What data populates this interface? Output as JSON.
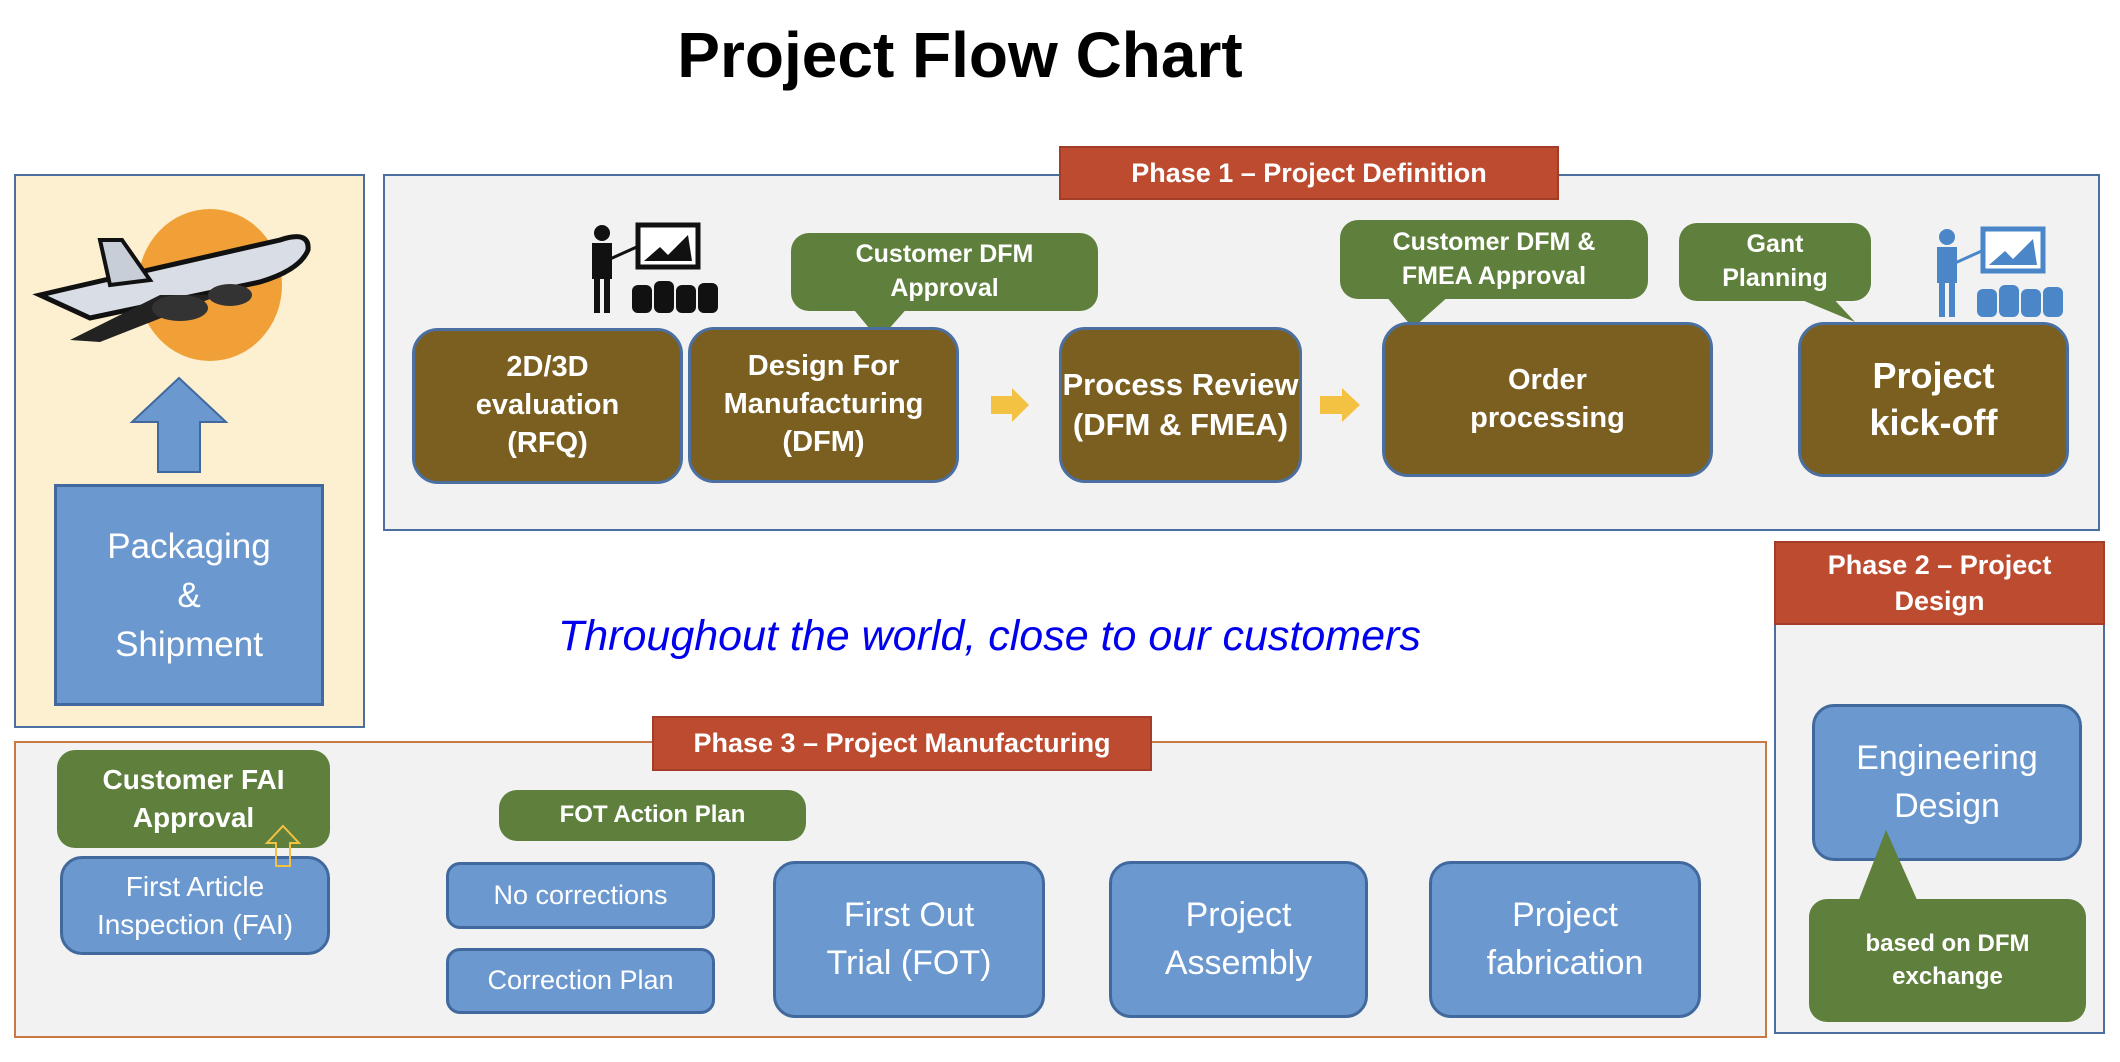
{
  "title": "Project Flow Chart",
  "tagline": "Throughout the world, close to our customers",
  "colors": {
    "phase_label": "#bc4b30",
    "process_box_phase1": "#7a5f20",
    "process_box": "#6a98cf",
    "callout": "#5f7f3c",
    "arrow": "#f4c242",
    "tagline": "#0000ee"
  },
  "shipping": {
    "label_line1": "Packaging",
    "label_line2": "&",
    "label_line3": "Shipment",
    "icon": "airplane-icon"
  },
  "phase1": {
    "label": "Phase 1 – Project Definition",
    "steps": [
      {
        "lines": [
          "2D/3D",
          "evaluation",
          "(RFQ)"
        ]
      },
      {
        "lines": [
          "Design For",
          "Manufacturing",
          "(DFM)"
        ]
      },
      {
        "lines": [
          "Process Review",
          "(DFM & FMEA)"
        ]
      },
      {
        "lines": [
          "Order",
          "processing"
        ]
      },
      {
        "lines": [
          "Project",
          "kick-off"
        ]
      }
    ],
    "callouts": [
      {
        "lines": [
          "Customer DFM",
          "Approval"
        ]
      },
      {
        "lines": [
          "Customer DFM &",
          "FMEA Approval"
        ]
      },
      {
        "lines": [
          "Gant",
          "Planning"
        ]
      }
    ]
  },
  "phase2": {
    "label_line1": "Phase 2 – Project",
    "label_line2": "Design",
    "step": {
      "lines": [
        "Engineering",
        "Design"
      ]
    },
    "callout": {
      "lines": [
        "based on  DFM",
        "exchange"
      ]
    }
  },
  "phase3": {
    "label": "Phase 3 – Project Manufacturing",
    "callout_fai": {
      "lines": [
        "Customer FAI",
        "Approval"
      ]
    },
    "fai": {
      "lines": [
        "First Article",
        "Inspection (FAI)"
      ]
    },
    "callout_fot": "FOT Action Plan",
    "no_corrections": "No corrections",
    "correction_plan": "Correction Plan",
    "fot": {
      "lines": [
        "First Out",
        "Trial (FOT)"
      ]
    },
    "assembly": {
      "lines": [
        "Project",
        "Assembly"
      ]
    },
    "fabrication": {
      "lines": [
        "Project",
        "fabrication"
      ]
    }
  }
}
